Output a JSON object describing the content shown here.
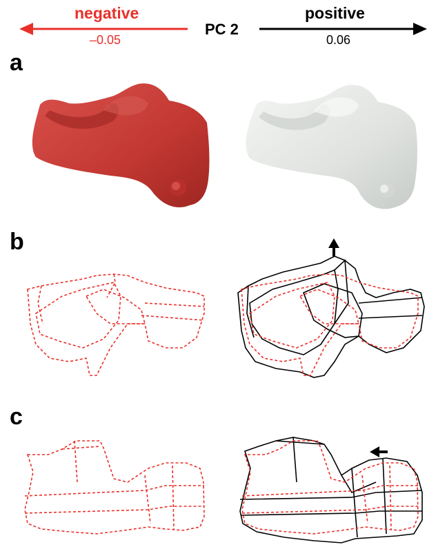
{
  "header": {
    "negative_label": "negative",
    "negative_value": "–0.05",
    "axis_label": "PC 2",
    "positive_label": "positive",
    "positive_value": "0.06"
  },
  "panels": {
    "a": "a",
    "b": "b",
    "c": "c"
  },
  "colors": {
    "negative": "#e8302a",
    "positive": "#000000",
    "mesh_negative": "#c93a36",
    "mesh_positive": "#e6e8e6"
  }
}
